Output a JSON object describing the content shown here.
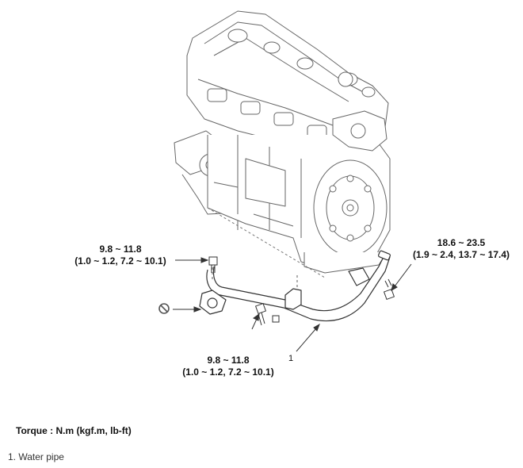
{
  "callouts": {
    "left": {
      "line1": "9.8 ~ 11.8",
      "line2": "(1.0 ~ 1.2, 7.2 ~ 10.1)"
    },
    "right": {
      "line1": "18.6 ~ 23.5",
      "line2": "(1.9 ~ 2.4, 13.7 ~ 17.4)"
    },
    "bottom": {
      "line1": "9.8 ~ 11.8",
      "line2": "(1.0 ~ 1.2, 7.2 ~ 10.1)"
    }
  },
  "part_number": "1",
  "torque_label": "Torque : N.m (kgf.m, lb-ft)",
  "legend": [
    "1. Water pipe"
  ],
  "icons": [
    "no-reuse-icon",
    "engine-illustration",
    "water-pipe-illustration",
    "bolt-icon"
  ]
}
